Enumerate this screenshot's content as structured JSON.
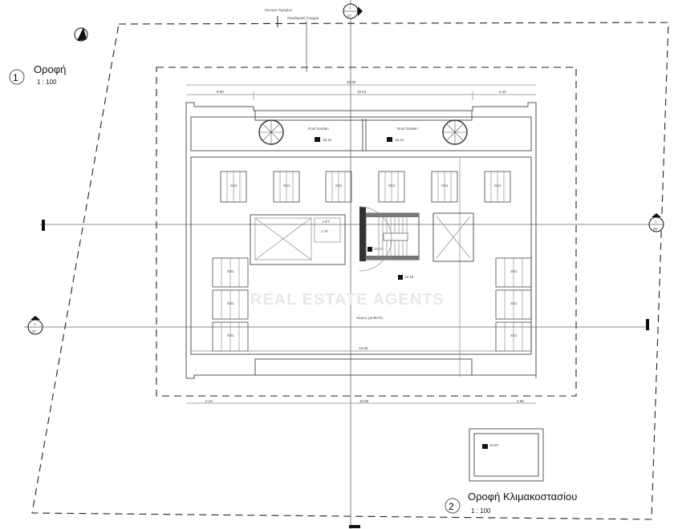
{
  "views": [
    {
      "number": "1",
      "title": "Οροφή",
      "scale": "1 : 100"
    },
    {
      "number": "2",
      "title": "Οροφή Κλιμακοστασίου",
      "scale": "1 : 100"
    }
  ],
  "labels": {
    "plot_boundary": "Σύνορα Τεμαχίου",
    "building_line": "Οικοδομική Γραμμή",
    "roof_garden_left": "Roof Garden",
    "roof_garden_right": "Roof Garden",
    "lift": "LIFT",
    "open_area": "Χώρος μη Βατός",
    "watermark": "REAL ESTATE AGENTS"
  },
  "section_markers": [
    {
      "id": "2",
      "sheet": "07"
    },
    {
      "id": "1",
      "sheet": "08"
    },
    {
      "id": "1",
      "sheet": "07"
    }
  ],
  "dimensions": {
    "overall": "26.90",
    "left": "8.90",
    "middle": "19.54",
    "right": "6.48",
    "bottom_mid": "19.90",
    "bottom_left": "2.10",
    "bottom_right": "2.65",
    "inner_bottom": "19.58",
    "lift_width": "1.70",
    "elev_top_left": "15.22",
    "elev_top_right": "15.22",
    "elev_stair": "14.17",
    "elev_center": "12.15",
    "elev_stair_roof": "14.97"
  },
  "panel_labels": [
    "SS1",
    "SS1",
    "SS1",
    "SS1",
    "SS1",
    "SS1"
  ]
}
